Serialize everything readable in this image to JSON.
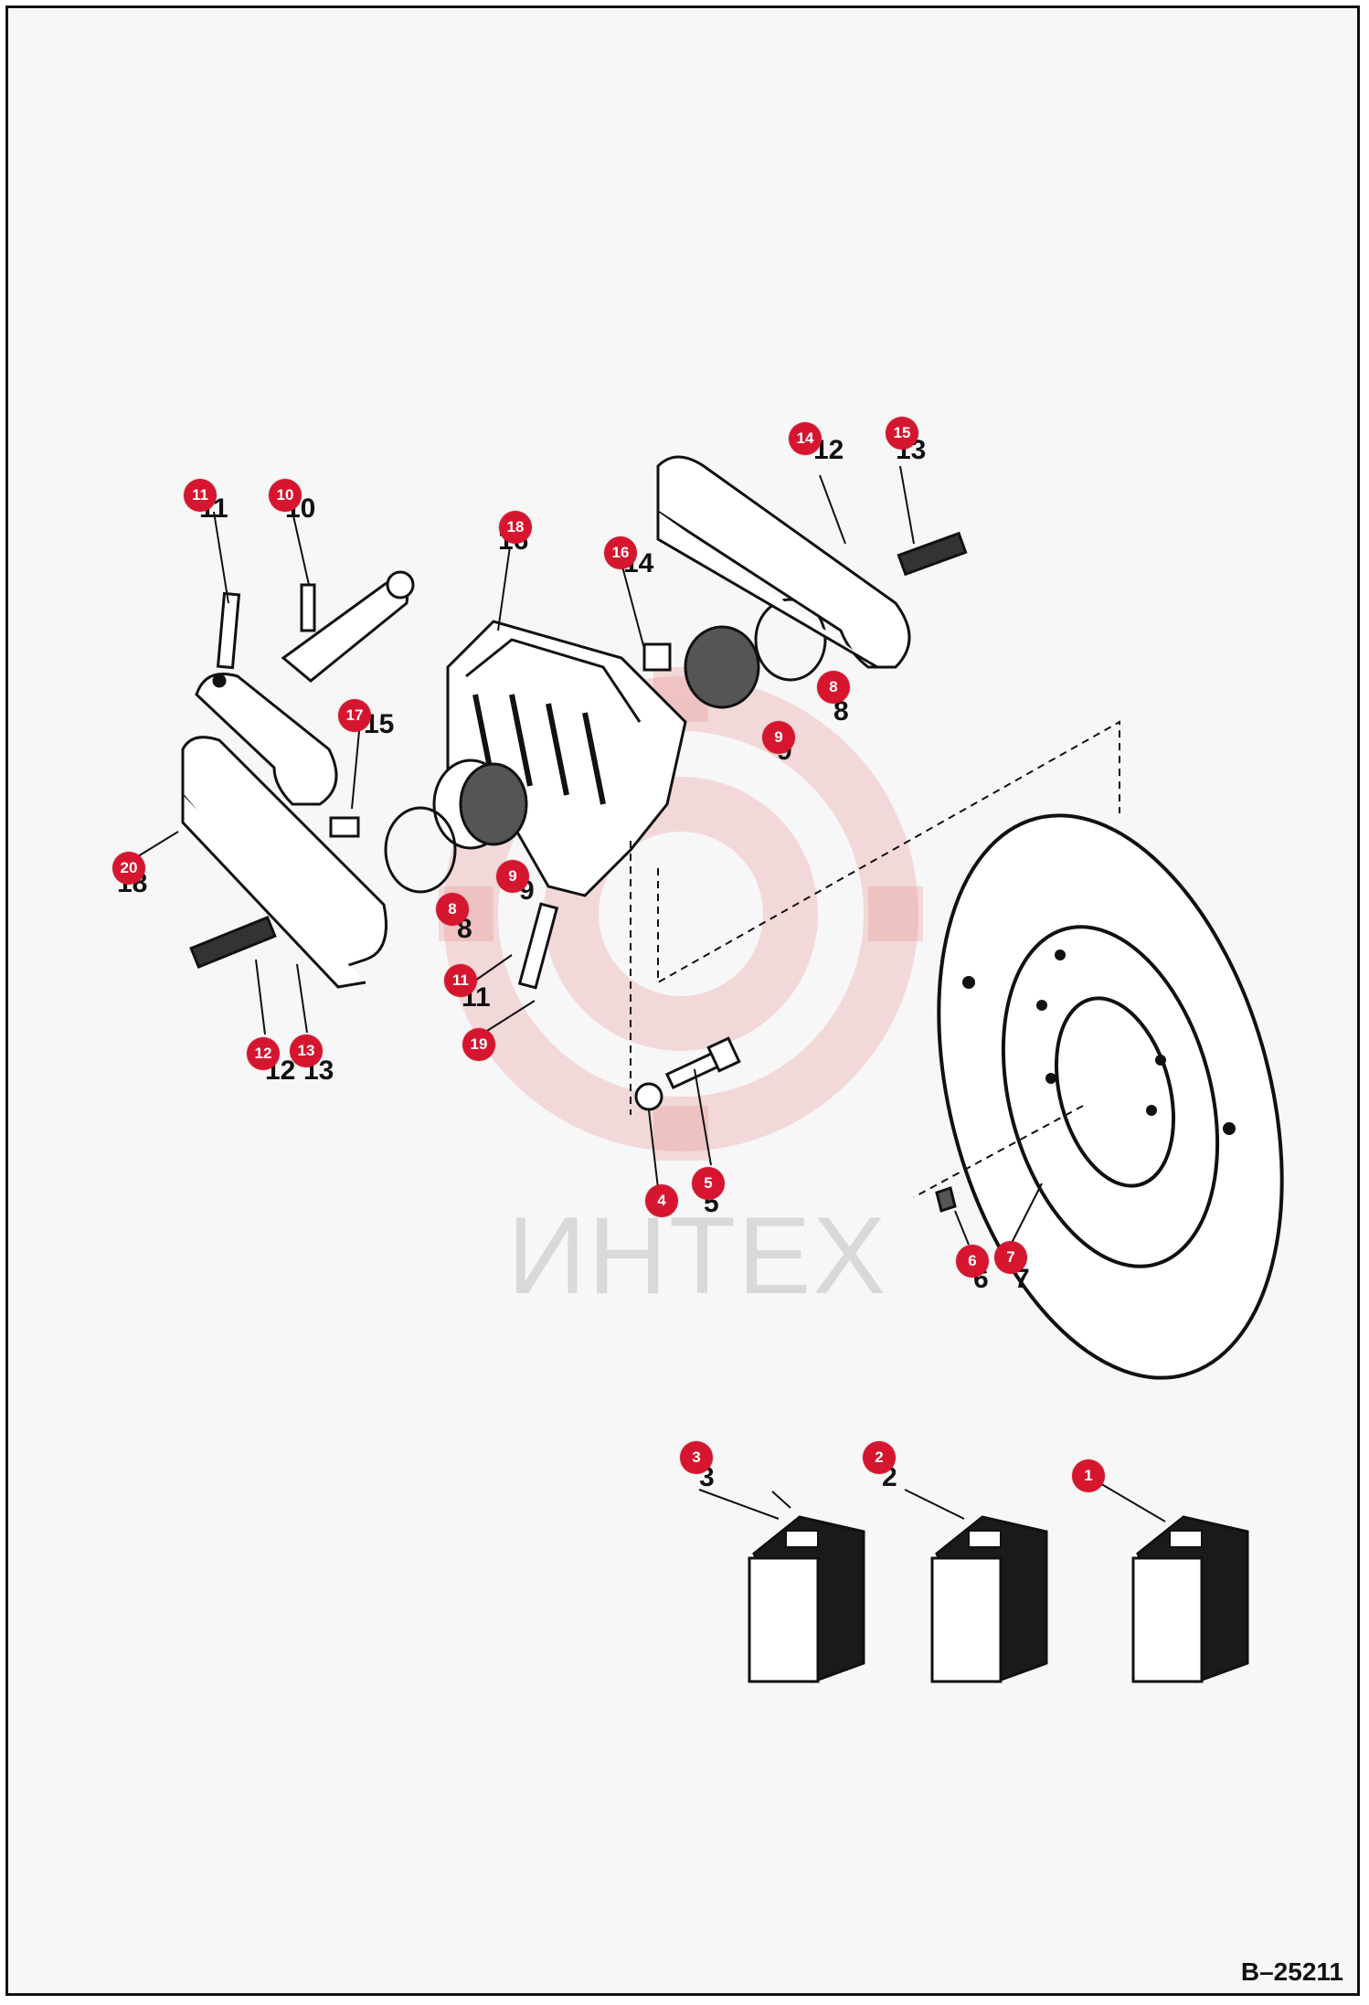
{
  "drawing": {
    "code": "B–25211",
    "watermark_text": "ИНТЕХ",
    "accent_color": "#d6152f",
    "watermark_color": "#f2b8b8"
  },
  "callouts": [
    {
      "id": "c1",
      "label": "1"
    },
    {
      "id": "c2",
      "label": "2"
    },
    {
      "id": "c3",
      "label": "3"
    },
    {
      "id": "c4",
      "label": "4"
    },
    {
      "id": "c5",
      "label": "5"
    },
    {
      "id": "c6",
      "label": "6"
    },
    {
      "id": "c7",
      "label": "7"
    },
    {
      "id": "c8a",
      "label": "8"
    },
    {
      "id": "c8b",
      "label": "8"
    },
    {
      "id": "c9a",
      "label": "9"
    },
    {
      "id": "c9b",
      "label": "9"
    },
    {
      "id": "c10",
      "label": "10"
    },
    {
      "id": "c11a",
      "label": "11"
    },
    {
      "id": "c11b",
      "label": "11"
    },
    {
      "id": "c12",
      "label": "12"
    },
    {
      "id": "c13",
      "label": "13"
    },
    {
      "id": "c14",
      "label": "14"
    },
    {
      "id": "c15",
      "label": "15"
    },
    {
      "id": "c16",
      "label": "16"
    },
    {
      "id": "c17",
      "label": "17"
    },
    {
      "id": "c18",
      "label": "18"
    },
    {
      "id": "c19",
      "label": "19"
    },
    {
      "id": "c20",
      "label": "20"
    }
  ],
  "printed_numbers": [
    "1",
    "2",
    "3",
    "4",
    "5",
    "6",
    "7",
    "8",
    "8",
    "9",
    "9",
    "10",
    "11",
    "11",
    "12",
    "13",
    "14",
    "15",
    "16",
    "17",
    "18",
    "19",
    "20"
  ]
}
